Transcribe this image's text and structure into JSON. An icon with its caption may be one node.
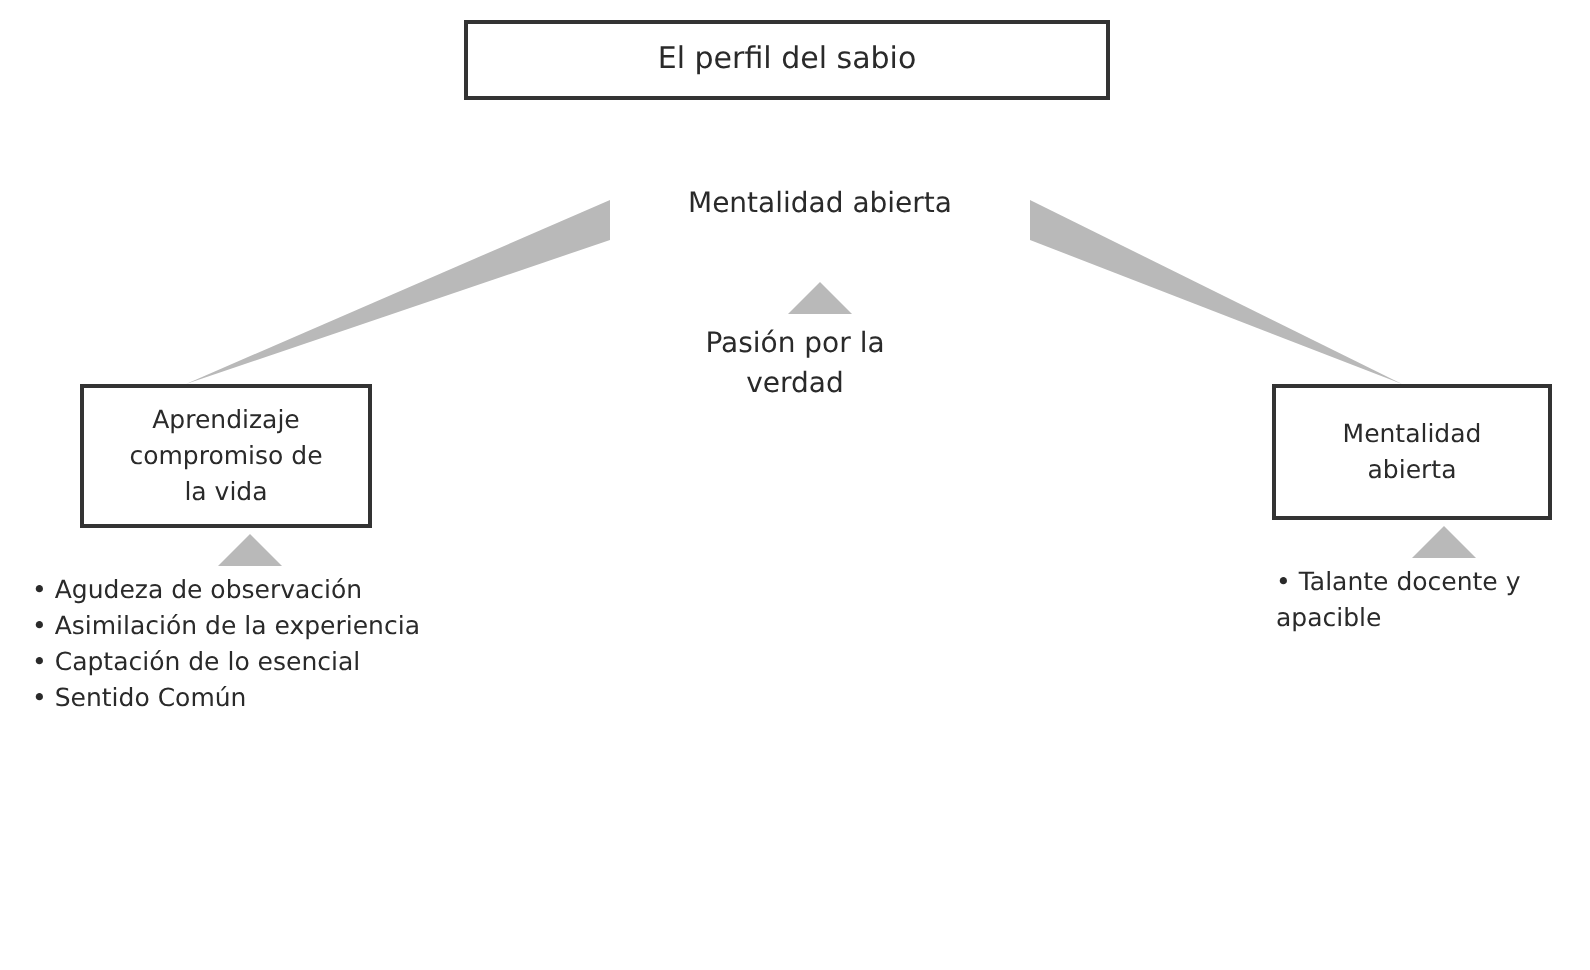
{
  "diagram": {
    "nodes": [
      {
        "text": [
          "El perfil del sabio"
        ]
      },
      {
        "text": [
          "Mentalidad abierta"
        ]
      },
      {
        "text": [
          "Pasión por la verdad"
        ]
      },
      {
        "text": [
          "Aprendizaje compromiso de la vida"
        ]
      },
      {
        "text": [
          "• Agudeza de observación",
          "• Asimilación de la experiencia",
          "• Captación de lo esencial",
          "• Sentido Común"
        ]
      },
      {
        "text": [
          "Mentalidad abierta"
        ]
      },
      {
        "text": [
          "• Talante docente y apacible"
        ]
      }
    ],
    "edges": [
      {
        "from": 2,
        "to": 1,
        "arrow": "to"
      },
      {
        "from": 1,
        "to": 3,
        "arrow": "none",
        "style": "thick"
      },
      {
        "from": 1,
        "to": 5,
        "arrow": "none",
        "style": "thick"
      },
      {
        "from": 4,
        "to": 3,
        "arrow": "to"
      },
      {
        "from": 6,
        "to": 5,
        "arrow": "to"
      }
    ]
  }
}
